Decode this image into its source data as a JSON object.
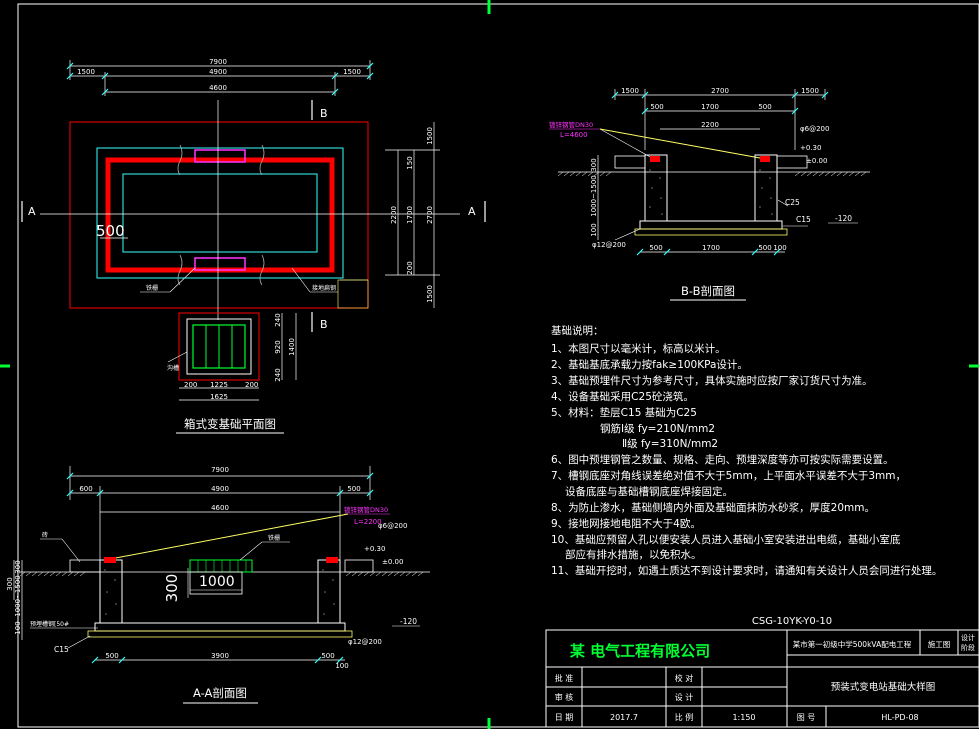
{
  "plan": {
    "dims_top": [
      "7900",
      "1500",
      "4900",
      "1500",
      "4600"
    ],
    "dims_right": [
      "150",
      "1700",
      "200",
      "2200",
      "2700",
      "1500",
      "1500"
    ],
    "section_markers": [
      "A",
      "A",
      "B",
      "B"
    ],
    "inner_dim": "500",
    "callout_left": "铁栅",
    "callout_right": "接地扁钢",
    "pit_dims": [
      "240",
      "920",
      "1400",
      "240",
      "200",
      "1225",
      "200",
      "1625"
    ],
    "pit_label": "沟槽",
    "title": "箱式变基础平面图"
  },
  "section_bb": {
    "dims_top": [
      "1500",
      "2700",
      "1500",
      "500",
      "1700",
      "500",
      "2200"
    ],
    "callout": "镀锌钢管DN30",
    "callout_len": "L=4600",
    "pipe": "φ6@200",
    "level_plus": "+0.30",
    "level_zero": "±0.00",
    "concrete": "C25",
    "cushion": "C15",
    "level_minus": "-120",
    "left_vertical": [
      "300",
      "1000~1500",
      "100"
    ],
    "rebar": "φ12@200",
    "dims_bottom": [
      "500",
      "1700",
      "500",
      "100"
    ],
    "title": "B-B剖面图"
  },
  "notes": {
    "heading": "基础说明：",
    "items": [
      "1、本图尺寸以毫米计，标高以米计。",
      "2、基础基底承载力按fak≥100KPa设计。",
      "3、基础预埋件尺寸为参考尺寸，具体实施时应按厂家订货尺寸为准。",
      "4、设备基础采用C25砼浇筑。",
      "5、材料：垫层C15  基础为C25",
      "钢筋Ⅰ级 fy=210N/mm2",
      "Ⅱ级 fy=310N/mm2",
      "6、图中预埋钢管之数量、规格、走向、预埋深度等亦可按实际需要设置。",
      "7、槽钢底座对角线误差绝对值不大于5mm，上平面水平误差不大于3mm，",
      "设备底座与基础槽钢底座焊接固定。",
      "8、为防止渗水，基础侧墙内外面及基础面抹防水砂浆，厚度20mm。",
      "9、接地网接地电阻不大于4欧。",
      "10、基础应预留人孔以便安装人员进入基础小室安装进出电缆，基础小室底",
      "部应有排水措施，以免积水。",
      "11、基础开挖时，如遇土质达不到设计要求时，请通知有关设计人员会同进行处理。"
    ]
  },
  "section_aa": {
    "dims_top": [
      "7900",
      "600",
      "4900",
      "500",
      "4600"
    ],
    "callout": "镀锌钢管DN30",
    "callout_len": "L=2200",
    "pipe": "φ6@200",
    "level_plus": "+0.30",
    "level_zero": "±0.00",
    "left_label": "砖",
    "center_label": "铁栅",
    "left_vertical": [
      "300",
      "1000~1500",
      "100",
      "300"
    ],
    "dim_300": "300",
    "dim_1000": "1000",
    "label_left_bottom": "预埋槽钢[50#",
    "level_minus": "-120",
    "cushion": "C15",
    "rebar": "φ12@200",
    "dims_bottom": [
      "500",
      "3900",
      "500",
      "100"
    ],
    "title": "A-A剖面图"
  },
  "drawing_no": "CSG-10YK-Y0-10",
  "title_block": {
    "company": "某 电气工程有限公司",
    "project": "某市第一初级中学500kVA配电工程",
    "stage": "施工图",
    "design_stage_1": "设计",
    "design_stage_2": "阶段",
    "row_labels": [
      "批 准",
      "审 核",
      "日 期"
    ],
    "row_labels_2": [
      "校 对",
      "设 计",
      "比 例"
    ],
    "date": "2017.7",
    "scale": "1:150",
    "drawing_title": "预装式变电站基础大样图",
    "sheet_label": "图 号",
    "sheet_no": "HL-PD-08"
  },
  "colors": {
    "background": "#000000",
    "frame": "#ffffff",
    "green": "#00ff33",
    "red": "#ff0000",
    "cyan": "#33ffff",
    "magenta": "#ff33ff",
    "yellow": "#ffff66"
  }
}
